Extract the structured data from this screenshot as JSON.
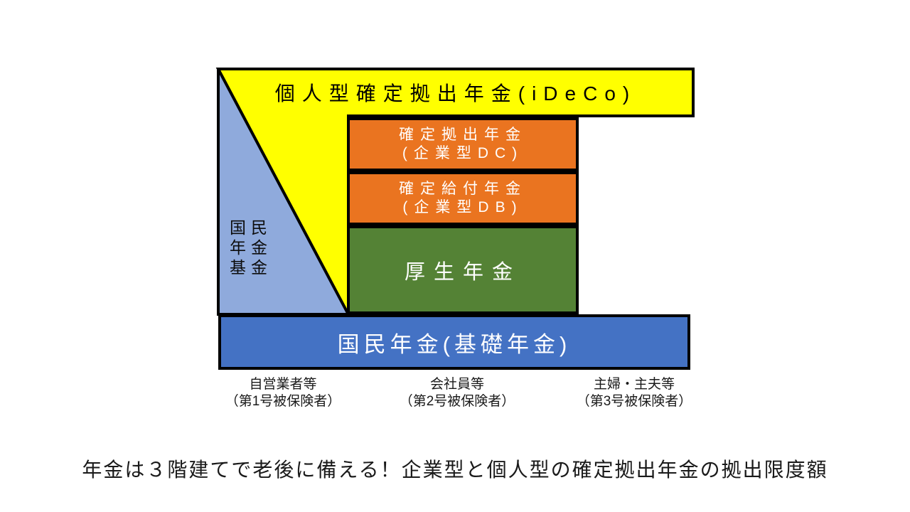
{
  "colors": {
    "yellow": "#FFFF00",
    "orange": "#EA7420",
    "green": "#548235",
    "blue": "#4472C4",
    "light_blue": "#8FAADC",
    "border": "#000000"
  },
  "diagram": {
    "ideco": {
      "label": "個人型確定拠出年金(iDeCo)"
    },
    "kokumin_nenkin_kikin": {
      "line1": "国民",
      "line2": "年金",
      "line3": "基金"
    },
    "kigyo_dc": {
      "line1": "確定拠出年金",
      "line2": "(企業型DC)"
    },
    "kigyo_db": {
      "line1": "確定給付年金",
      "line2": "(企業型DB)"
    },
    "kosei_nenkin": {
      "label": "厚生年金"
    },
    "kiso_nenkin": {
      "label": "国民年金(基礎年金)"
    }
  },
  "insured_labels": [
    {
      "line1": "自営業者等",
      "line2": "（第1号被保険者）"
    },
    {
      "line1": "会社員等",
      "line2": "（第2号被保険者）"
    },
    {
      "line1": "主婦・主夫等",
      "line2": "（第3号被保険者）"
    }
  ],
  "caption": "年金は３階建てで老後に備える！企業型と個人型の確定拠出年金の拠出限度額"
}
